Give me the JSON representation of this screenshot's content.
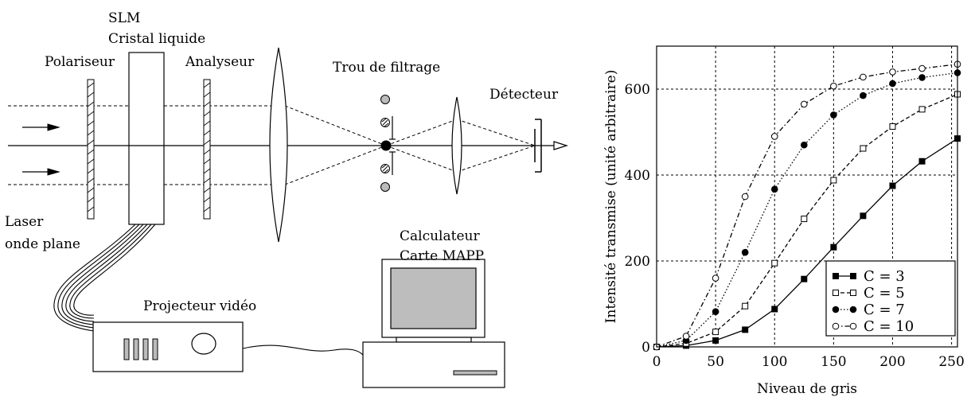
{
  "diagram": {
    "labels": {
      "slm": "SLM",
      "cristal": "Cristal liquide",
      "polariseur": "Polariseur",
      "analyseur": "Analyseur",
      "trou": "Trou de filtrage",
      "detecteur": "Détecteur",
      "laser": "Laser",
      "onde": "onde plane",
      "projecteur": "Projecteur vidéo",
      "calculateur": "Calculateur",
      "carte": "Carte MAPP"
    }
  },
  "chart_data": {
    "type": "line",
    "xlabel": "Niveau de gris",
    "ylabel": "Intensité transmise (unité arbitraire)",
    "xlim": [
      0,
      255
    ],
    "ylim": [
      0,
      700
    ],
    "xticks": [
      0,
      50,
      100,
      150,
      200,
      250
    ],
    "yticks": [
      0,
      200,
      400,
      600
    ],
    "grid": true,
    "legend_position": "bottom-right",
    "series": [
      {
        "name": "C = 3",
        "marker": "filled-square",
        "line": "solid",
        "x": [
          0,
          25,
          50,
          75,
          100,
          125,
          150,
          175,
          200,
          225,
          255
        ],
        "y": [
          0,
          3,
          15,
          40,
          88,
          158,
          232,
          305,
          375,
          432,
          485
        ]
      },
      {
        "name": "C = 5",
        "marker": "open-square",
        "line": "dashed",
        "x": [
          0,
          25,
          50,
          75,
          100,
          125,
          150,
          175,
          200,
          225,
          255
        ],
        "y": [
          0,
          8,
          35,
          95,
          195,
          298,
          388,
          462,
          513,
          553,
          588
        ]
      },
      {
        "name": "C = 7",
        "marker": "filled-circle",
        "line": "dotted",
        "x": [
          0,
          25,
          50,
          75,
          100,
          125,
          150,
          175,
          200,
          225,
          255
        ],
        "y": [
          0,
          15,
          82,
          220,
          367,
          470,
          540,
          585,
          613,
          627,
          638
        ]
      },
      {
        "name": "C = 10",
        "marker": "open-circle",
        "line": "dashdot",
        "x": [
          0,
          25,
          50,
          75,
          100,
          125,
          150,
          175,
          200,
          225,
          255
        ],
        "y": [
          0,
          25,
          160,
          350,
          490,
          565,
          607,
          628,
          640,
          648,
          658
        ]
      }
    ]
  }
}
